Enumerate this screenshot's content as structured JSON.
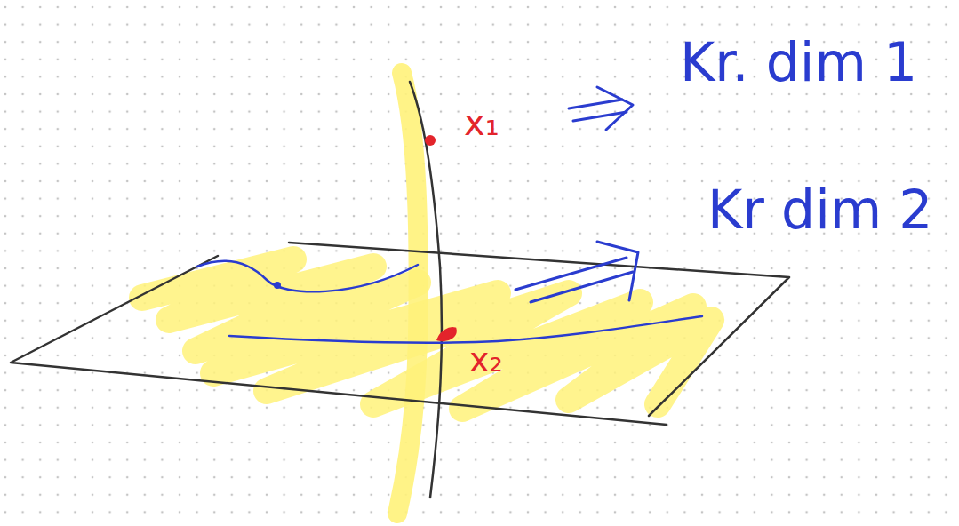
{
  "diagram": {
    "labels": [
      "x₁",
      "Kr. dim 1",
      "Kr dim 2",
      "x₂"
    ]
  }
}
